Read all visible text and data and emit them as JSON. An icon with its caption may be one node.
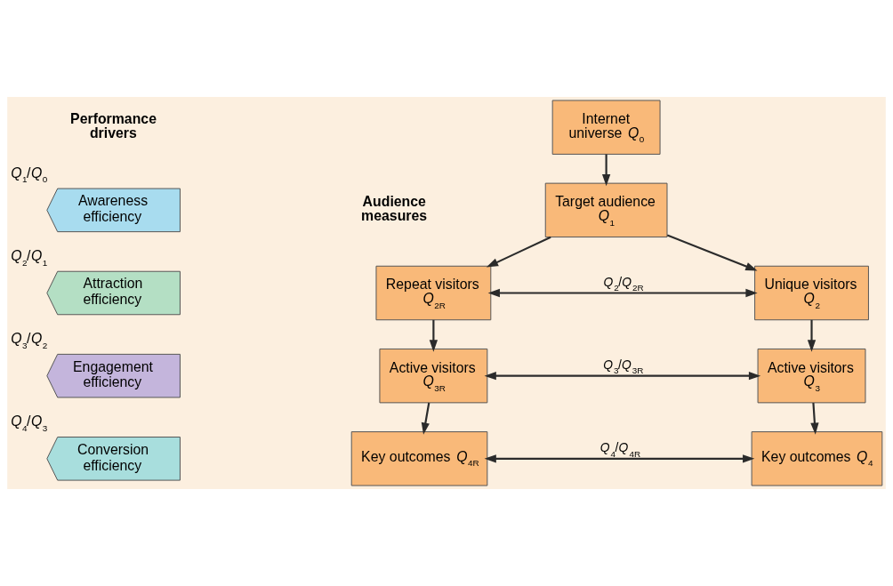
{
  "diagram": {
    "nodes": [
      {
        "text": [
          "Internet universe *Q*$_{0}$"
        ]
      },
      {
        "text": [
          "Target audience *Q*$_{1}$"
        ]
      },
      {
        "text": [
          "Repeat visitors *Q*$_{2R}$"
        ]
      },
      {
        "text": [
          "Unique visitors *Q*$_{2}$"
        ]
      },
      {
        "text": [
          "Active visitors *Q*$_{3R}$"
        ]
      },
      {
        "text": [
          "Active visitors *Q*$_{3}$"
        ]
      },
      {
        "text": [
          "Key outcomes *Q*$_{4R}$"
        ]
      },
      {
        "text": [
          "Key outcomes *Q*$_{4}$"
        ]
      },
      {
        "text": [
          "Awareness efficiency"
        ],
        "beside": [
          "*Q*$_{1}$/*Q*$_{0}$"
        ]
      },
      {
        "text": [
          "Attraction efficiency"
        ],
        "beside": [
          "*Q*$_{2}$/*Q*$_{1}$"
        ]
      },
      {
        "text": [
          "Engagement efficiency"
        ],
        "beside": [
          "*Q*$_{3}$/*Q*$_{2}$"
        ]
      },
      {
        "text": [
          "Conversion efficiency"
        ],
        "beside": [
          "*Q*$_{4}$/*Q*$_{3}$"
        ]
      }
    ],
    "edges": [
      {
        "from": 0,
        "to": 1,
        "arrow": "to"
      },
      {
        "from": 1,
        "to": 2,
        "arrow": "to"
      },
      {
        "from": 1,
        "to": 3,
        "arrow": "to"
      },
      {
        "from": 2,
        "to": 3,
        "arrow": "both",
        "label": "*Q*$_{2}$/*Q*$_{2R}$"
      },
      {
        "from": 2,
        "to": 4,
        "arrow": "to"
      },
      {
        "from": 3,
        "to": 5,
        "arrow": "to"
      },
      {
        "from": 4,
        "to": 5,
        "arrow": "both",
        "label": "*Q*$_{3}$/*Q*$_{3R}$"
      },
      {
        "from": 4,
        "to": 6,
        "arrow": "to"
      },
      {
        "from": 5,
        "to": 7,
        "arrow": "to"
      },
      {
        "from": 6,
        "to": 7,
        "arrow": "both",
        "label": "*Q*$_{4}$/*Q*$_{4R}$"
      }
    ],
    "labels": [
      "Performance drivers",
      "Audience measures"
    ]
  }
}
